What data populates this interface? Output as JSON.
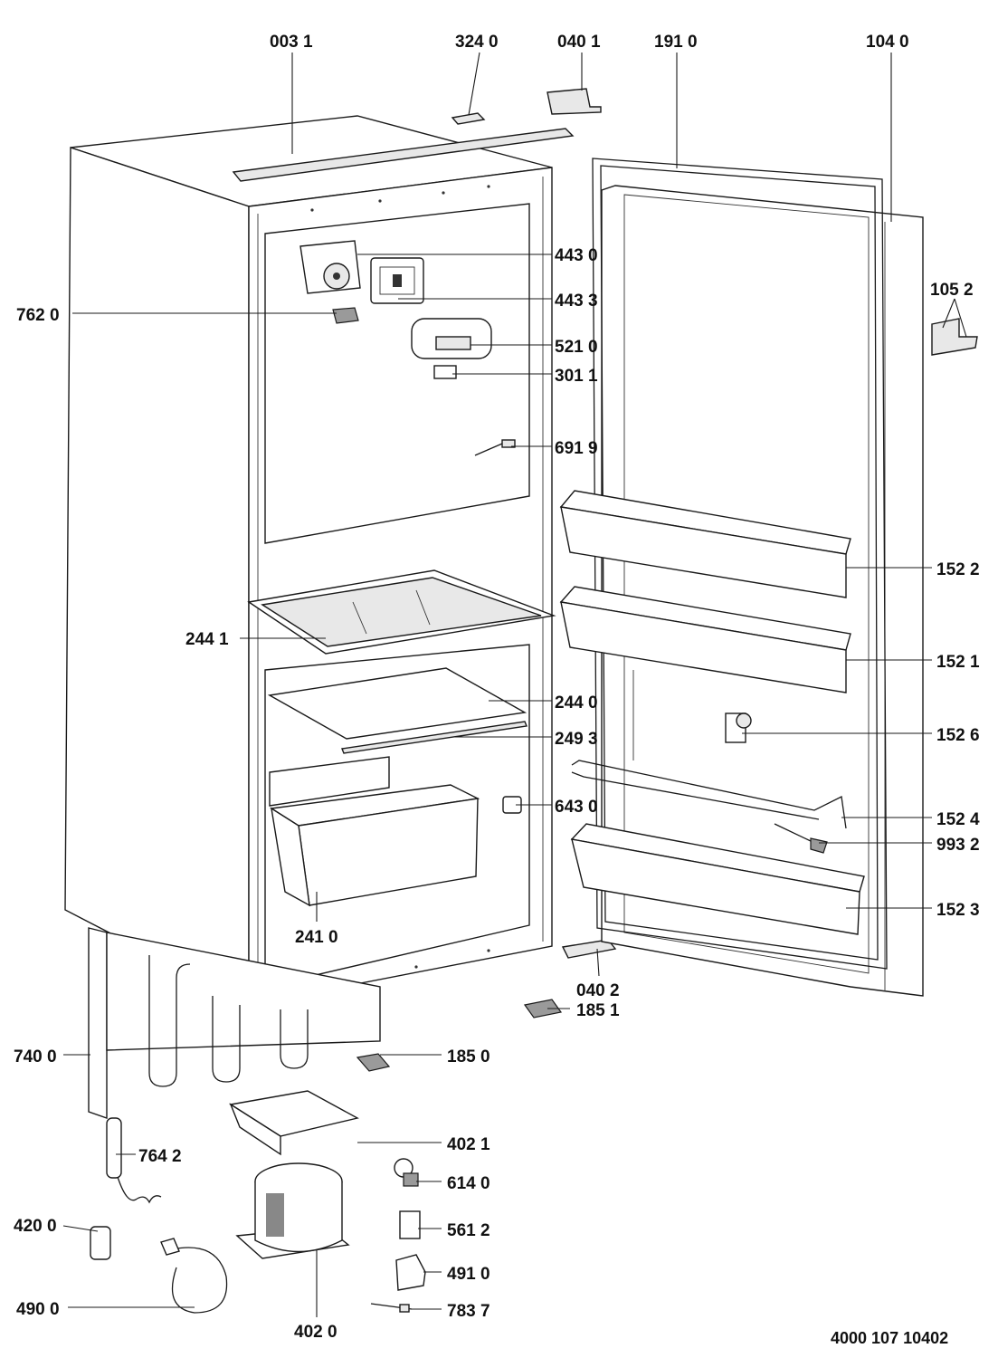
{
  "labels": [
    {
      "id": "l0031",
      "text": "003 1"
    },
    {
      "id": "l3240",
      "text": "324 0"
    },
    {
      "id": "l0401",
      "text": "040 1"
    },
    {
      "id": "l1910",
      "text": "191 0"
    },
    {
      "id": "l1040",
      "text": "104 0"
    },
    {
      "id": "l4430",
      "text": "443 0"
    },
    {
      "id": "l4433",
      "text": "443 3"
    },
    {
      "id": "l1052",
      "text": "105 2"
    },
    {
      "id": "l7620",
      "text": "762 0"
    },
    {
      "id": "l5210",
      "text": "521 0"
    },
    {
      "id": "l3011",
      "text": "301 1"
    },
    {
      "id": "l6919",
      "text": "691 9"
    },
    {
      "id": "l1522",
      "text": "152 2"
    },
    {
      "id": "l2441",
      "text": "244 1"
    },
    {
      "id": "l1521",
      "text": "152 1"
    },
    {
      "id": "l2440",
      "text": "244 0"
    },
    {
      "id": "l2493",
      "text": "249 3"
    },
    {
      "id": "l1526",
      "text": "152 6"
    },
    {
      "id": "l6430",
      "text": "643 0"
    },
    {
      "id": "l1524",
      "text": "152 4"
    },
    {
      "id": "l9932",
      "text": "993 2"
    },
    {
      "id": "l1523",
      "text": "152 3"
    },
    {
      "id": "l2410",
      "text": "241 0"
    },
    {
      "id": "l0402",
      "text": "040 2"
    },
    {
      "id": "l1851",
      "text": "185 1"
    },
    {
      "id": "l7400",
      "text": "740 0"
    },
    {
      "id": "l1850",
      "text": "185 0"
    },
    {
      "id": "l4021",
      "text": "402 1"
    },
    {
      "id": "l7642",
      "text": "764 2"
    },
    {
      "id": "l6140",
      "text": "614 0"
    },
    {
      "id": "l5612",
      "text": "561 2"
    },
    {
      "id": "l4200",
      "text": "420 0"
    },
    {
      "id": "l4910",
      "text": "491 0"
    },
    {
      "id": "l4900",
      "text": "490 0"
    },
    {
      "id": "l7837",
      "text": "783 7"
    },
    {
      "id": "l4020",
      "text": "402 0"
    }
  ],
  "reference": "4000 107 10402"
}
